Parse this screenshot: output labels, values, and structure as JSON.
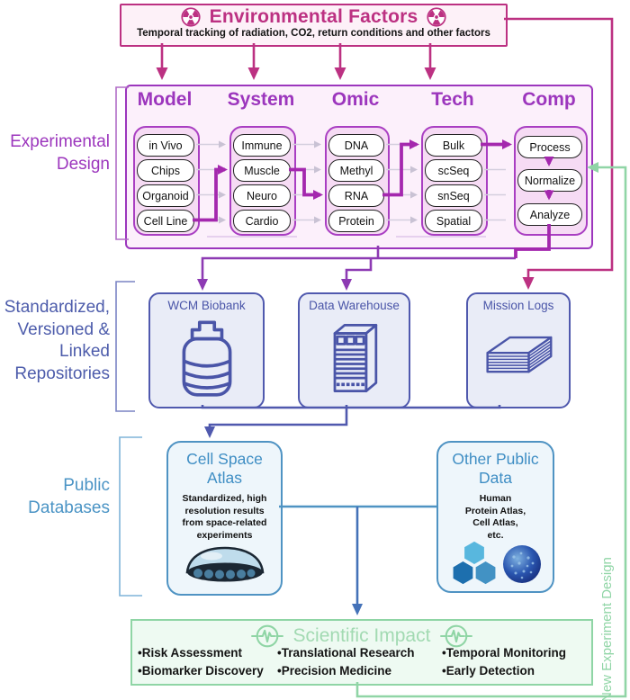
{
  "colors": {
    "crimson": "#bc3182",
    "purple": "#9c36bd",
    "bold_path": "#a428ae",
    "indigo": "#5059ae",
    "blue": "#4f93c3",
    "green": "#90d5a6"
  },
  "environmental_factors": {
    "title": "Environmental Factors",
    "subtitle": "Temporal tracking of radiation, CO2, return conditions and other factors"
  },
  "experimental_design": {
    "label": "Experimental\nDesign",
    "columns": [
      {
        "header": "Model",
        "items": [
          "in Vivo",
          "Chips",
          "Organoid",
          "Cell Line"
        ]
      },
      {
        "header": "System",
        "items": [
          "Immune",
          "Muscle",
          "Neuro",
          "Cardio"
        ]
      },
      {
        "header": "Omic",
        "items": [
          "DNA",
          "Methyl",
          "RNA",
          "Protein"
        ]
      },
      {
        "header": "Tech",
        "items": [
          "Bulk",
          "scSeq",
          "snSeq",
          "Spatial"
        ]
      },
      {
        "header": "Comp",
        "items": [
          "Process",
          "Normalize",
          "Analyze"
        ]
      }
    ],
    "highlighted_path": [
      "Cell Line",
      "Muscle",
      "RNA",
      "Bulk",
      "Process",
      "Normalize",
      "Analyze"
    ]
  },
  "repositories": {
    "label": "Standardized,\nVersioned &\nLinked\nRepositories",
    "items": [
      {
        "title": "WCM Biobank",
        "icon": "biobank-icon"
      },
      {
        "title": "Data Warehouse",
        "icon": "server-icon"
      },
      {
        "title": "Mission Logs",
        "icon": "logs-icon"
      }
    ]
  },
  "public_databases": {
    "label": "Public\nDatabases",
    "cell_space_atlas": {
      "title": "Cell Space\nAtlas",
      "description": "Standardized, high resolution results from space-related experiments"
    },
    "other_public_data": {
      "title": "Other Public\nData",
      "description": "Human\nProtein Atlas,\nCell Atlas,\netc."
    }
  },
  "scientific_impact": {
    "title": "Scientific Impact",
    "columns": [
      {
        "items": [
          "•Risk Assessment",
          "•Biomarker Discovery"
        ]
      },
      {
        "items": [
          "•Translational Research",
          "•Precision Medicine"
        ]
      },
      {
        "items": [
          "•Temporal Monitoring",
          "•Early Detection"
        ]
      }
    ]
  },
  "feedback": {
    "label": "New Experiment Design"
  }
}
